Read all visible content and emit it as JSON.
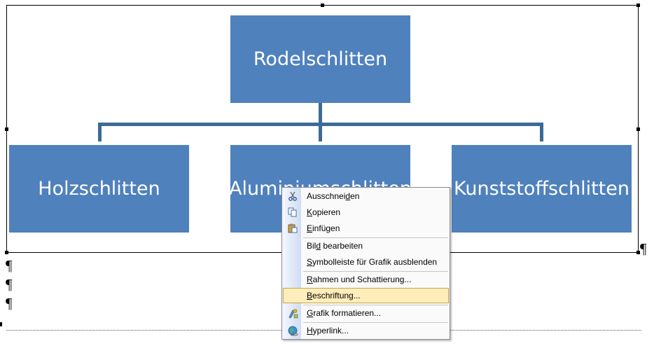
{
  "diagram": {
    "root": "Rodelschlitten",
    "children": [
      "Holzschlitten",
      "Aluminiumschlitten",
      "Kunststoffschlitten"
    ]
  },
  "document": {
    "pilcrow": "¶"
  },
  "context_menu": {
    "items": [
      {
        "pre": "Ausschnei",
        "acc": "d",
        "post": "en",
        "icon": "scissors-icon"
      },
      {
        "pre": "",
        "acc": "K",
        "post": "opieren",
        "icon": "copy-icon"
      },
      {
        "pre": "",
        "acc": "E",
        "post": "infügen",
        "icon": "paste-icon"
      },
      {
        "pre": "Bil",
        "acc": "d",
        "post": " bearbeiten",
        "icon": ""
      },
      {
        "pre": "",
        "acc": "S",
        "post": "ymbolleiste für Grafik ausblenden",
        "icon": ""
      },
      {
        "pre": "",
        "acc": "R",
        "post": "ahmen und Schattierung...",
        "icon": ""
      },
      {
        "pre": "",
        "acc": "B",
        "post": "eschriftung...",
        "icon": ""
      },
      {
        "pre": "",
        "acc": "G",
        "post": "rafik formatieren...",
        "icon": "format-picture-icon"
      },
      {
        "pre": "",
        "acc": "H",
        "post": "yperlink...",
        "icon": "hyperlink-icon"
      }
    ]
  },
  "colors": {
    "box_fill": "#4f81bd",
    "connector": "#3c6a96",
    "menu_highlight": "#ffeebb"
  }
}
